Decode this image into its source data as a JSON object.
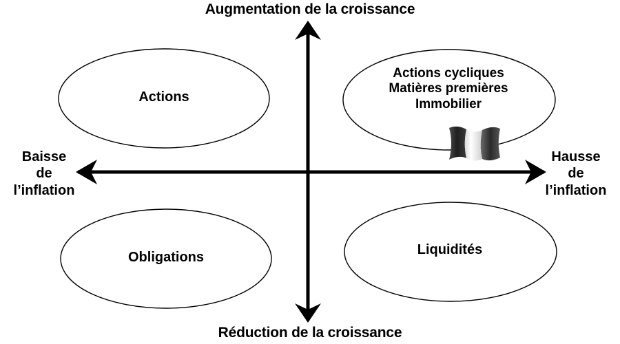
{
  "diagram": {
    "title_text": "",
    "type": "investment-clock-quadrant",
    "colors": {
      "background": "#ffffff",
      "stroke": "#000000",
      "text": "#000000",
      "flag_dark": "#2b2b2b",
      "flag_light": "#f2f2f2",
      "flag_mid": "#5a5a5a"
    }
  },
  "axes": {
    "vertical": {
      "top_label": "Augmentation de la croissance",
      "bottom_label": "Réduction de la croissance",
      "top_arrow_icon": "arrow-up-icon",
      "bottom_arrow_icon": "arrow-down-icon"
    },
    "horizontal": {
      "left_label_lines": [
        "Baisse",
        "de",
        "l’inflation"
      ],
      "right_label_lines": [
        "Hausse",
        "de",
        "l’inflation"
      ],
      "left_arrow_icon": "arrow-left-icon",
      "right_arrow_icon": "arrow-right-icon"
    }
  },
  "quadrants": [
    {
      "id": "top-left",
      "name": "actions",
      "lines": [
        "Actions"
      ]
    },
    {
      "id": "top-right",
      "name": "actions-cycliques",
      "lines": [
        "Actions cycliques",
        "Matières premières",
        "Immobilier"
      ]
    },
    {
      "id": "bottom-left",
      "name": "obligations",
      "lines": [
        "Obligations"
      ]
    },
    {
      "id": "bottom-right",
      "name": "liquidites",
      "lines": [
        "Liquidités"
      ]
    }
  ],
  "decoration": {
    "flag_icon": "waving-flag-icon"
  }
}
